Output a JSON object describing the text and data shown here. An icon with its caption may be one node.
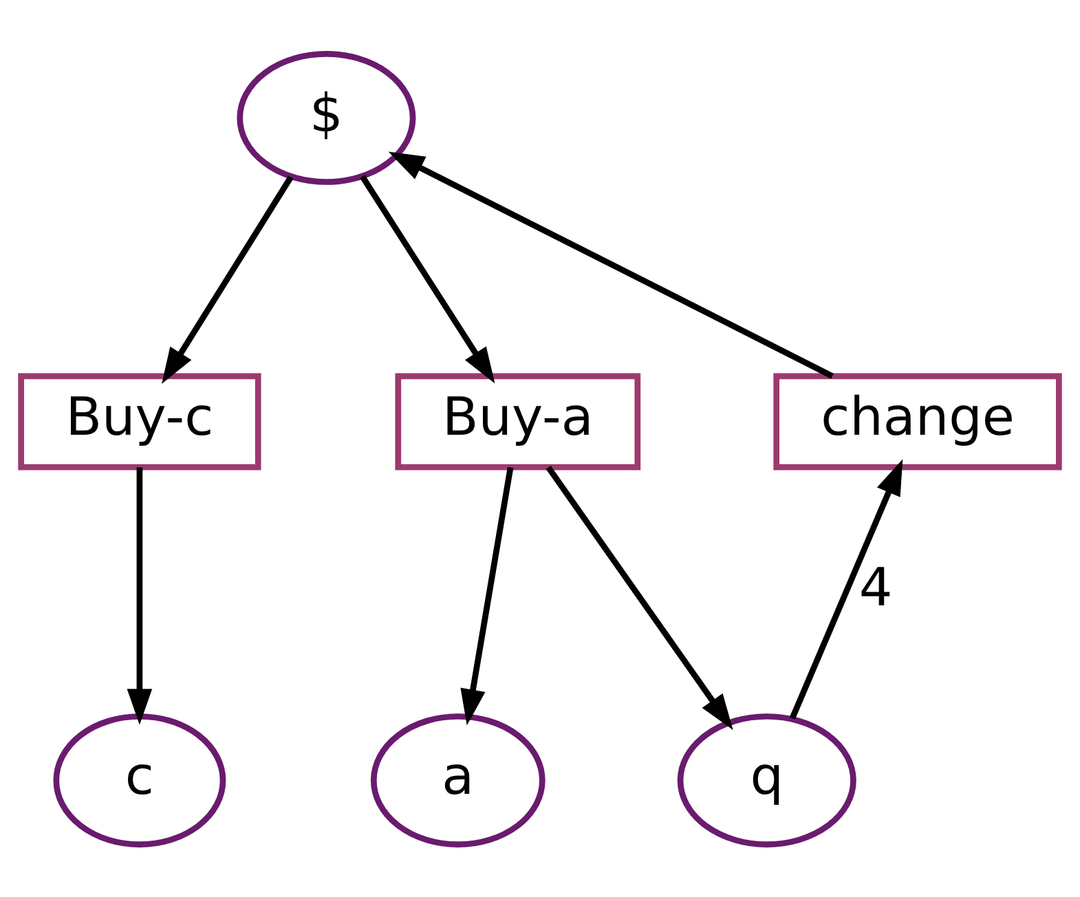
{
  "diagram": {
    "nodes": [
      {
        "text": [
          "$"
        ]
      },
      {
        "text": [
          "Buy-c"
        ]
      },
      {
        "text": [
          "Buy-a"
        ]
      },
      {
        "text": [
          "change"
        ]
      },
      {
        "text": [
          "c"
        ]
      },
      {
        "text": [
          "a"
        ]
      },
      {
        "text": [
          "q"
        ]
      }
    ],
    "edges": [
      {
        "from": 0,
        "to": 1,
        "arrow": "to"
      },
      {
        "from": 0,
        "to": 2,
        "arrow": "to"
      },
      {
        "from": 3,
        "to": 0,
        "arrow": "to"
      },
      {
        "from": 1,
        "to": 4,
        "arrow": "to"
      },
      {
        "from": 2,
        "to": 5,
        "arrow": "to"
      },
      {
        "from": 2,
        "to": 6,
        "arrow": "to"
      },
      {
        "from": 6,
        "to": 3,
        "arrow": "to",
        "label": "4"
      }
    ]
  }
}
